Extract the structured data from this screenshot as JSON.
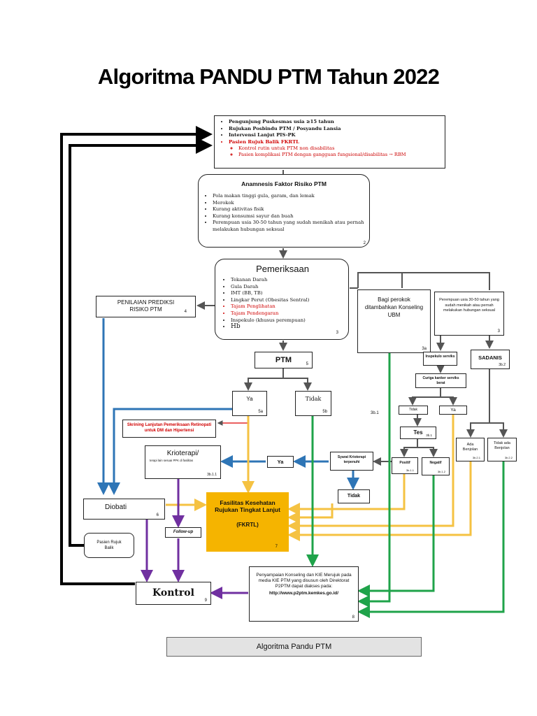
{
  "title": "Algoritma PANDU PTM Tahun 2022",
  "caption": "Algoritma Pandu PTM",
  "colors": {
    "blue": "#2e75b6",
    "yellow": "#f5c242",
    "green": "#1fa34a",
    "purple": "#7030a0",
    "orange": "#f5b400",
    "black": "#000000"
  },
  "node1": {
    "items": [
      "Pengunjung Puskesmas usia ≥15 tahun",
      "Rujukan Posbindu PTM / Posyandu Lansia",
      "Intervensi Lanjut PIS-PK"
    ],
    "red_item": "Pasien Rujuk Balik FKRTL",
    "sub": [
      "Kontrol rutin untuk PTM non disabilitas",
      "Pasien komplikasi PTM dengan gangguan fungsional/disabilitas → RBM"
    ]
  },
  "node2": {
    "title": "Anamnesis Faktor Risiko PTM",
    "items": [
      "Pola makan tinggi gula, garam, dan lemak",
      "Merokok",
      "Kurang aktivitas fisik",
      "Kurang konsumsi sayur dan buah",
      "Perempuan usia 30-50 tahun yang sudah menikah atau pernah melakukan hubungan seksual"
    ],
    "num": "2"
  },
  "node3": {
    "title": "Pemeriksaan",
    "items": [
      "Tekanan Darah",
      "Gula Darah",
      "IMT (BB, TB)",
      "Lingkar Perut (Obesitas Sentral)"
    ],
    "red_items": [
      "Tajam Penglihatan",
      "Tajam Pendengaran"
    ],
    "items2": [
      "Inspekulo (khusus perempuan)"
    ],
    "hb": "Hb",
    "num": "3"
  },
  "node4": {
    "text": "PENILAIAN PREDIKSI RISIKO PTM",
    "num": "4"
  },
  "rokok": {
    "text": "Bagi perokok ditambahkan Konseling UBM",
    "num": "3a"
  },
  "perempuan": {
    "text": "Perempuan usia 30-50 tahun yang sudah menikah atau pernah melakukan hubungan seksual",
    "num": "3"
  },
  "ptm": {
    "text": "PTM",
    "num": "5"
  },
  "ya1": {
    "text": "Ya",
    "num": "5a"
  },
  "tidak1": {
    "text": "Tidak",
    "num": "5b"
  },
  "skrining": {
    "text": "Skrining Lanjutan Pemeriksaan Retinopati untuk DM dan Hipertensi"
  },
  "inspekulo": {
    "text": "Inspekulo serviks"
  },
  "sadanis": {
    "text": "SADANIS",
    "num": "3b.2"
  },
  "curiga": {
    "text": "Curiga kanker serviks berat"
  },
  "tidak2": {
    "text": "Tidak"
  },
  "ya2": {
    "text": "Ya"
  },
  "iva": {
    "text": "Tes",
    "num": "3b.1"
  },
  "positif": {
    "text": "Positif",
    "num": "3b.1.1"
  },
  "negatif": {
    "text": "Negatif",
    "num": "3b.1.2"
  },
  "label3b1": "3b.1",
  "ada": {
    "text": "Ada Benjolan",
    "num": "3b.2.1"
  },
  "tidakada": {
    "text": "Tidak ada Benjolan",
    "num": "3b.2.2"
  },
  "krioterapi": {
    "title": "Krioterapi/",
    "sub": "terapi lain sesuai PPK di fasilitas",
    "num": "3b.1.1"
  },
  "ya3": {
    "text": "Ya"
  },
  "syarat": {
    "text": "Syarat Krioterapi terpenuhi"
  },
  "tidak3": {
    "text": "Tidak"
  },
  "diobati": {
    "text": "Diobati",
    "num": "6"
  },
  "fkrtl": {
    "text": "Fasilitas Kesehatan Rujukan Tingkat Lanjut",
    "abbr": "(FKRTL)",
    "num": "7"
  },
  "followup": {
    "text": "Follow-up"
  },
  "rujukbalik": {
    "text": "Pasien Rujuk Balik"
  },
  "kontrol": {
    "text": "Kontrol",
    "num": "9"
  },
  "kie": {
    "text": "Penyampaian Konseling dan KIE Merujuk pada media KIE PTM yang disusun oleh Direktorat P2PTM dapat diakses pada:",
    "url": "http://www.p2ptm.kemkes.go.id/",
    "num": "8"
  }
}
